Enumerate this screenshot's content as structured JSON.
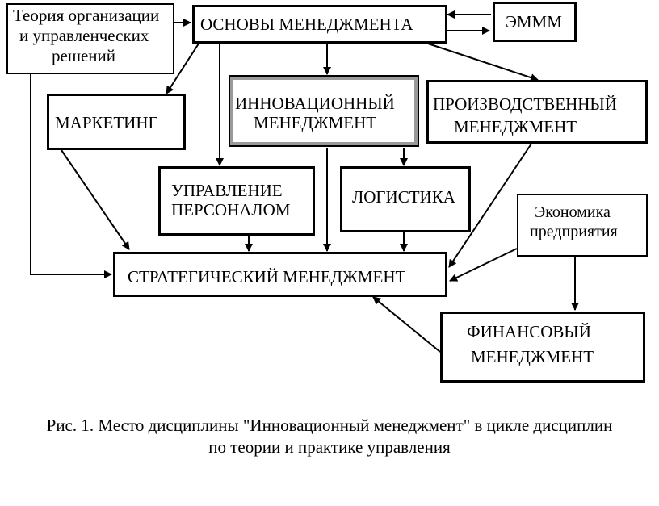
{
  "nodes": {
    "theory": {
      "line1": "Теория организации",
      "line2": "и  управленческих",
      "line3": "решений"
    },
    "osnovy": {
      "label": "ОСНОВЫ  МЕНЕДЖМЕНТА"
    },
    "emmm": {
      "label": "ЭММM"
    },
    "marketing": {
      "label": "МАРКЕТИНГ"
    },
    "innov": {
      "line1": "ИННОВАЦИОННЫЙ",
      "line2": "МЕНЕДЖМЕНТ"
    },
    "prod": {
      "line1": "ПРОИЗВОДСТВЕННЫЙ",
      "line2": "МЕНЕДЖМЕНТ"
    },
    "personnel": {
      "line1": "УПРАВЛЕНИЕ",
      "line2": "ПЕРСОНАЛОМ"
    },
    "logistics": {
      "label": "ЛОГИСТИКА"
    },
    "economics": {
      "line1": "Экономика",
      "line2": "предприятия"
    },
    "strategic": {
      "label": "СТРАТЕГИЧЕСКИЙ  МЕНЕДЖМЕНТ"
    },
    "financial": {
      "line1": "ФИНАНСОВЫЙ",
      "line2": "МЕНЕДЖМЕНТ"
    }
  },
  "caption": {
    "line1": "Рис. 1. Место дисциплины \"Инновационный менеджмент\" в цикле дисциплин",
    "line2": "по теории и практике управления"
  }
}
